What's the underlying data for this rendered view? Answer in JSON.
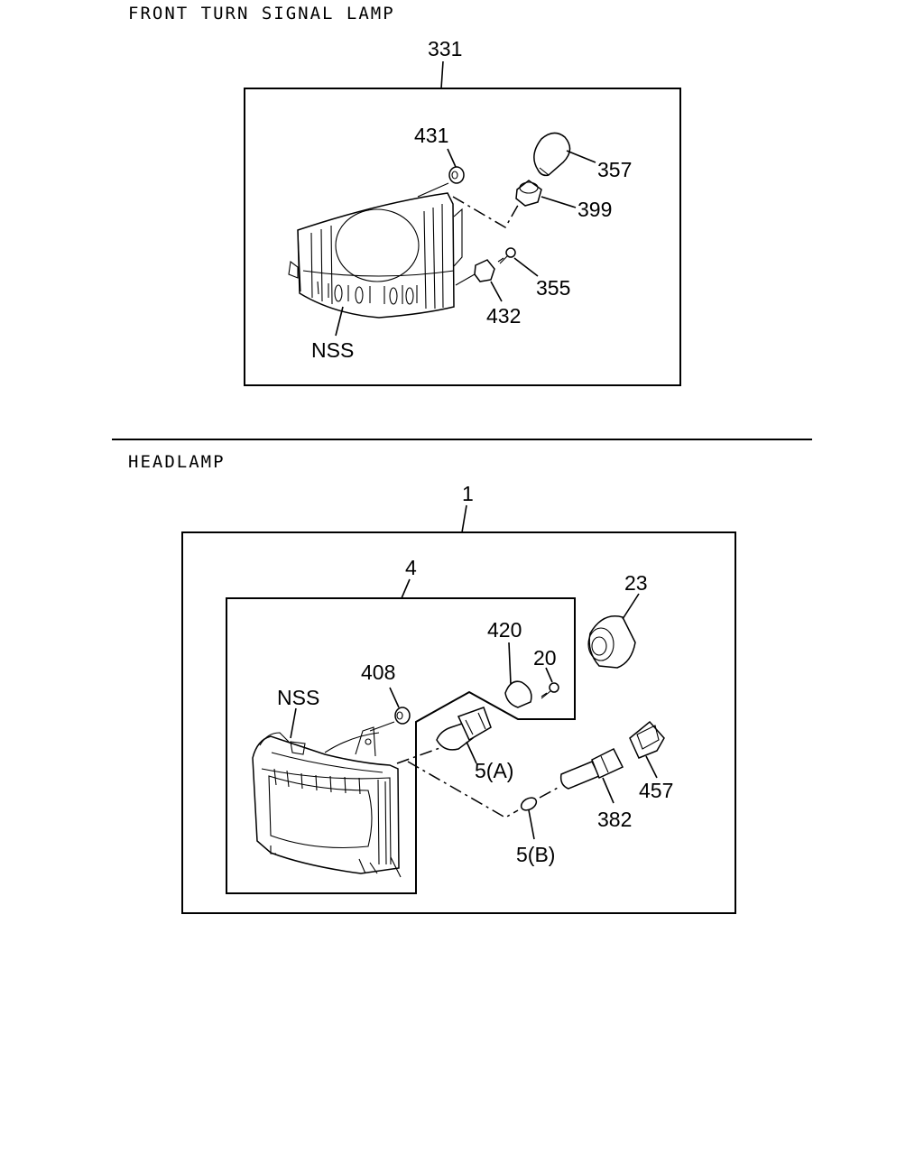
{
  "sections": {
    "turn_signal": {
      "title": "FRONT TURN SIGNAL LAMP"
    },
    "headlamp": {
      "title": "HEADLAMP"
    }
  },
  "labels": {
    "p331": "331",
    "p431": "431",
    "p357": "357",
    "p399": "399",
    "p355": "355",
    "p432": "432",
    "nss_top": "NSS",
    "p1": "1",
    "p4": "4",
    "p23": "23",
    "p420": "420",
    "p20": "20",
    "p408": "408",
    "nss_bottom": "NSS",
    "p5a": "5(A)",
    "p457": "457",
    "p382": "382",
    "p5b": "5(B)"
  }
}
